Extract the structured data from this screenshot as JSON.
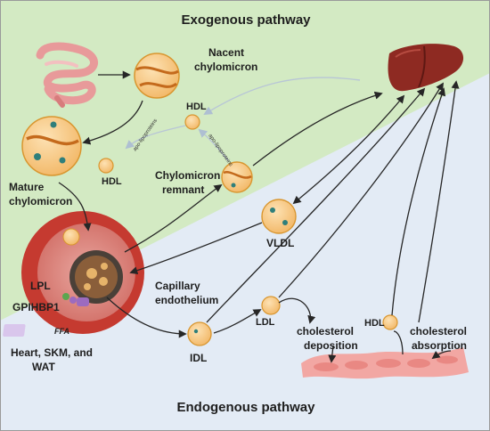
{
  "diagram": {
    "titles": {
      "exogenous": "Exogenous pathway",
      "endogenous": "Endogenous pathway"
    },
    "labels": {
      "nascent_chylomicron_line1": "Nacent",
      "nascent_chylomicron_line2": "chylomicron",
      "hdl_top": "HDL",
      "hdl_left": "HDL",
      "mature_line1": "Mature",
      "mature_line2": "chylomicron",
      "remnant_line1": "Chylomicron",
      "remnant_line2": "remnant",
      "apo_left": "apo-lipoproteins",
      "apo_right": "apo-lipoproteins",
      "vldl": "VLDL",
      "capillary_line1": "Capillary",
      "capillary_line2": "endothelium",
      "lpl": "LPL",
      "gpihbp1": "GPIHBP1",
      "ffa": "FFA",
      "tissues_line1": "Heart, SKM, and",
      "tissues_line2": "WAT",
      "idl": "IDL",
      "ldl": "LDL",
      "hdl_bottom": "HDL",
      "deposition_line1": "cholesterol",
      "deposition_line2": "deposition",
      "absorption_line1": "cholesterol",
      "absorption_line2": "absorption"
    },
    "icons": [
      "intestine-icon",
      "liver-icon",
      "lipoprotein-particle-icon",
      "capillary-cell-icon",
      "artery-wall-icon"
    ],
    "colors": {
      "exogenous_bg": "#d3eac3",
      "endogenous_bg": "#e3ebf5",
      "particle_fill": "#f7c98a",
      "particle_band": "#d9822b",
      "liver": "#8e2a22",
      "capillary": "#c53a30",
      "arrow": "#262626"
    }
  }
}
